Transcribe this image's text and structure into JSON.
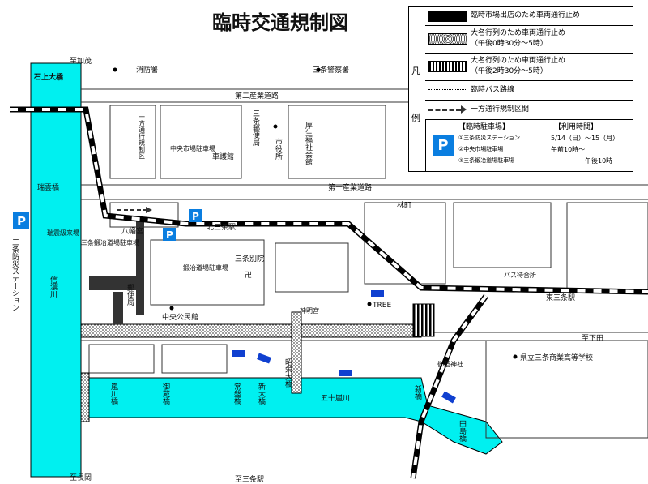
{
  "title": "臨時交通規制図",
  "legend": {
    "side_labels": [
      "凡",
      "例"
    ],
    "items": [
      {
        "symbol": "solid-black-bar",
        "text": [
          "臨時市場出店のため車両通行止め"
        ]
      },
      {
        "symbol": "dotted-gray-bar",
        "text": [
          "大名行列のため車両通行止め",
          "（午後0時30分～5時）"
        ]
      },
      {
        "symbol": "striped-bar",
        "text": [
          "大名行列のため車両通行止め",
          "（午後2時30分～5時）"
        ]
      },
      {
        "symbol": "dotted-line",
        "text": [
          "臨時バス路線"
        ]
      },
      {
        "symbol": "dashed-arrow",
        "text": [
          "一方通行規制区間"
        ]
      }
    ],
    "parking": {
      "icon": "P",
      "header_left": "【臨時駐車場】",
      "header_right": "【利用時間】",
      "lots": [
        "①三条防災ステーション",
        "②中央市場駐車場",
        "③三条鍛冶道場駐車場"
      ],
      "hours": [
        "5/14（日）～15（月）",
        "午前10時～",
        "午後10時"
      ]
    }
  },
  "labels": {
    "to_kamo": "至加茂",
    "fire_station": "消防署",
    "police": "三条警察署",
    "road2": "第二産業道路",
    "ichi_houtsu": "一方通行規制区",
    "sanjo_post": "三条郵便局",
    "city_hall": "市役所",
    "welfare": "厚生福祉会館",
    "sharyokan": "車護館",
    "chuo_parking": "中央市場駐車場",
    "road1": "第一産業道路",
    "hayashi": "林町",
    "kita_sanjo": "北三条駅",
    "hachiman": "八幡宮",
    "bousai_parking": "瑞震級来場",
    "kaji_small": "三条鍛冶道場駐車場",
    "kaji_parking": "鍛冶道場駐車場",
    "sanjo_betsuin": "三条別院",
    "temple_mark": "卍",
    "bus_stop": "バス待合所",
    "higashi_sanjo": "東三条駅",
    "post": "郵便局",
    "chuo_kominkan": "中央公民館",
    "shinmei": "神明宮",
    "tree": "TREE",
    "to_shimoda": "至下田",
    "kenritsu": "県立三条商業高等学校",
    "misaki_jinja": "御蔭神社",
    "ishigami": "石上大橋",
    "shinano": "信濃川",
    "sanjo_bousai": "三条防災ステーション",
    "zuiun": "瑞雲橋",
    "arakawa": "嵐川橋",
    "gozo": "御蔵橋",
    "tokiwa": "常盤橋",
    "shindai": "新大橋",
    "showa": "昭栄大橋",
    "ikarashi": "五十嵐川",
    "shin": "新橋",
    "tajima": "田島橋",
    "to_nagaoka": "至長岡",
    "to_sanjo_sta": "至三条駅",
    "parking_p": "P"
  },
  "colors": {
    "water": "#00f0f0",
    "road": "#000000",
    "parking": "#0a7ee0",
    "arrow": "#1040d0"
  }
}
